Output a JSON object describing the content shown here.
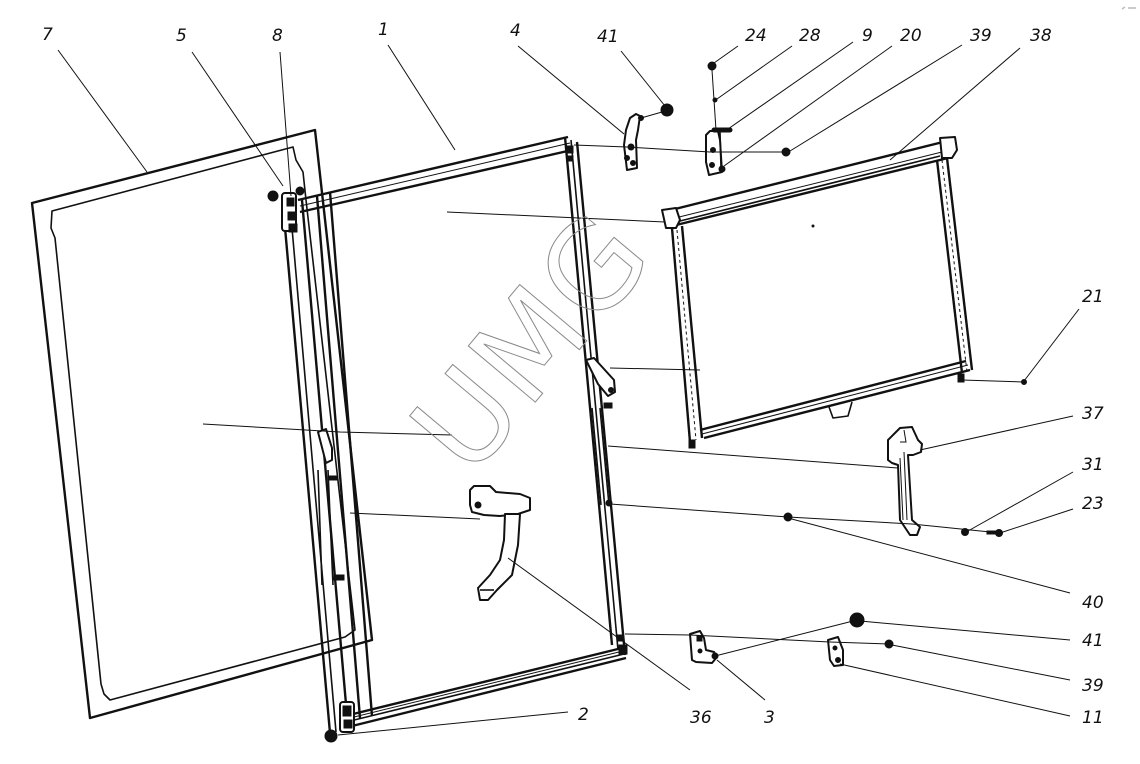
{
  "diagram": {
    "type": "exploded-parts-view",
    "subject": "door panel assembly with roller blind",
    "watermark": "UMG",
    "colors": {
      "line": "#111111",
      "background": "#ffffff",
      "watermark": "#8a8a8a"
    },
    "callouts": [
      {
        "id": "c7",
        "label": "7",
        "part": "outer glass panel frame"
      },
      {
        "id": "c5",
        "label": "5",
        "part": "upper hinge fitting"
      },
      {
        "id": "c8",
        "label": "8",
        "part": "hinge pin"
      },
      {
        "id": "c1",
        "label": "1",
        "part": "door frame"
      },
      {
        "id": "c4",
        "label": "4",
        "part": "upper hinge bracket"
      },
      {
        "id": "c41a",
        "label": "41",
        "part": "cap nut (upper)"
      },
      {
        "id": "c24",
        "label": "24",
        "part": "nut"
      },
      {
        "id": "c28",
        "label": "28",
        "part": "washer"
      },
      {
        "id": "c9",
        "label": "9",
        "part": "plate"
      },
      {
        "id": "c20",
        "label": "20",
        "part": "screw"
      },
      {
        "id": "c39a",
        "label": "39",
        "part": "nut (upper)"
      },
      {
        "id": "c38",
        "label": "38",
        "part": "roller blind"
      },
      {
        "id": "c21",
        "label": "21",
        "part": "screw"
      },
      {
        "id": "c37",
        "label": "37",
        "part": "handle"
      },
      {
        "id": "c31",
        "label": "31",
        "part": "washer"
      },
      {
        "id": "c23",
        "label": "23",
        "part": "bolt"
      },
      {
        "id": "c40",
        "label": "40",
        "part": "nut"
      },
      {
        "id": "c41b",
        "label": "41",
        "part": "cap nut (lower)"
      },
      {
        "id": "c39b",
        "label": "39",
        "part": "nut (lower)"
      },
      {
        "id": "c11",
        "label": "11",
        "part": "lower plate"
      },
      {
        "id": "c3",
        "label": "3",
        "part": "lower hinge bracket"
      },
      {
        "id": "c36",
        "label": "36",
        "part": "inner handle"
      },
      {
        "id": "c2",
        "label": "2",
        "part": "lower hinge"
      }
    ]
  }
}
